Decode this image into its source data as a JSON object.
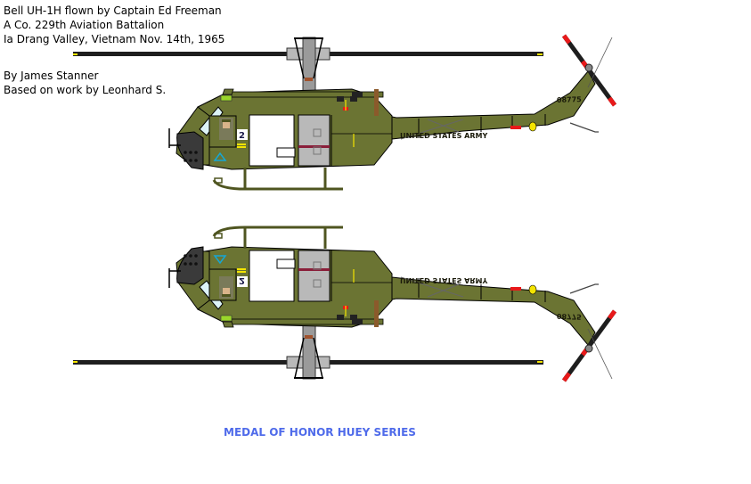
{
  "caption": {
    "line1": "Bell UH-1H flown by Captain Ed Freeman",
    "line2": "A Co. 229th Aviation Battalion",
    "line3": "Ia Drang Valley, Vietnam Nov. 14th, 1965"
  },
  "credits": {
    "author": "By James Stanner",
    "based_on": "Based on work by Leonhard S."
  },
  "series_title": "MEDAL OF HONOR HUEY SERIES",
  "colors": {
    "olive_drab": "#6b7433",
    "olive_dark": "#4f5520",
    "rotor_black": "#1e1e1e",
    "tip_red": "#e8191a",
    "tip_yellow": "#f4e400",
    "window_glass": "#ddf3f7",
    "grey_panel": "#b9b9b9",
    "title_blue": "#4f6bea",
    "triangle_cyan": "#16a7d4"
  },
  "helicopters": {
    "left_side": {
      "fuselage_marking": "UNITED STATES ARMY",
      "tail_number": "08775",
      "nose_number": "2"
    },
    "right_side": {
      "fuselage_marking": "UNITED STATES ARMY",
      "tail_number": "08775",
      "nose_number": "2"
    }
  }
}
